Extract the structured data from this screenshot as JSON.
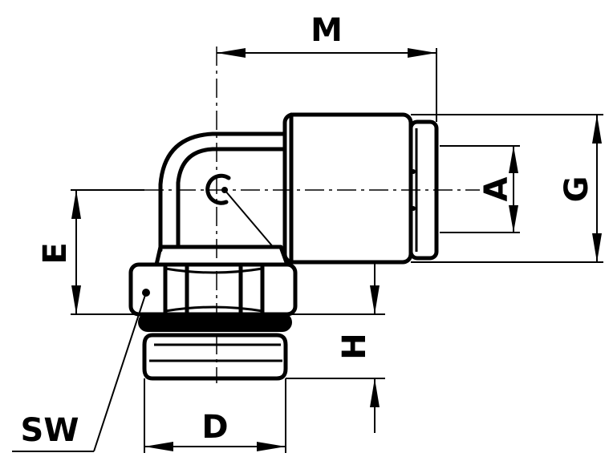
{
  "labels": {
    "M": "M",
    "A": "A",
    "G": "G",
    "E": "E",
    "H": "H",
    "D": "D",
    "SW": "SW"
  },
  "colors": {
    "line": "#000000",
    "background": "#ffffff"
  }
}
